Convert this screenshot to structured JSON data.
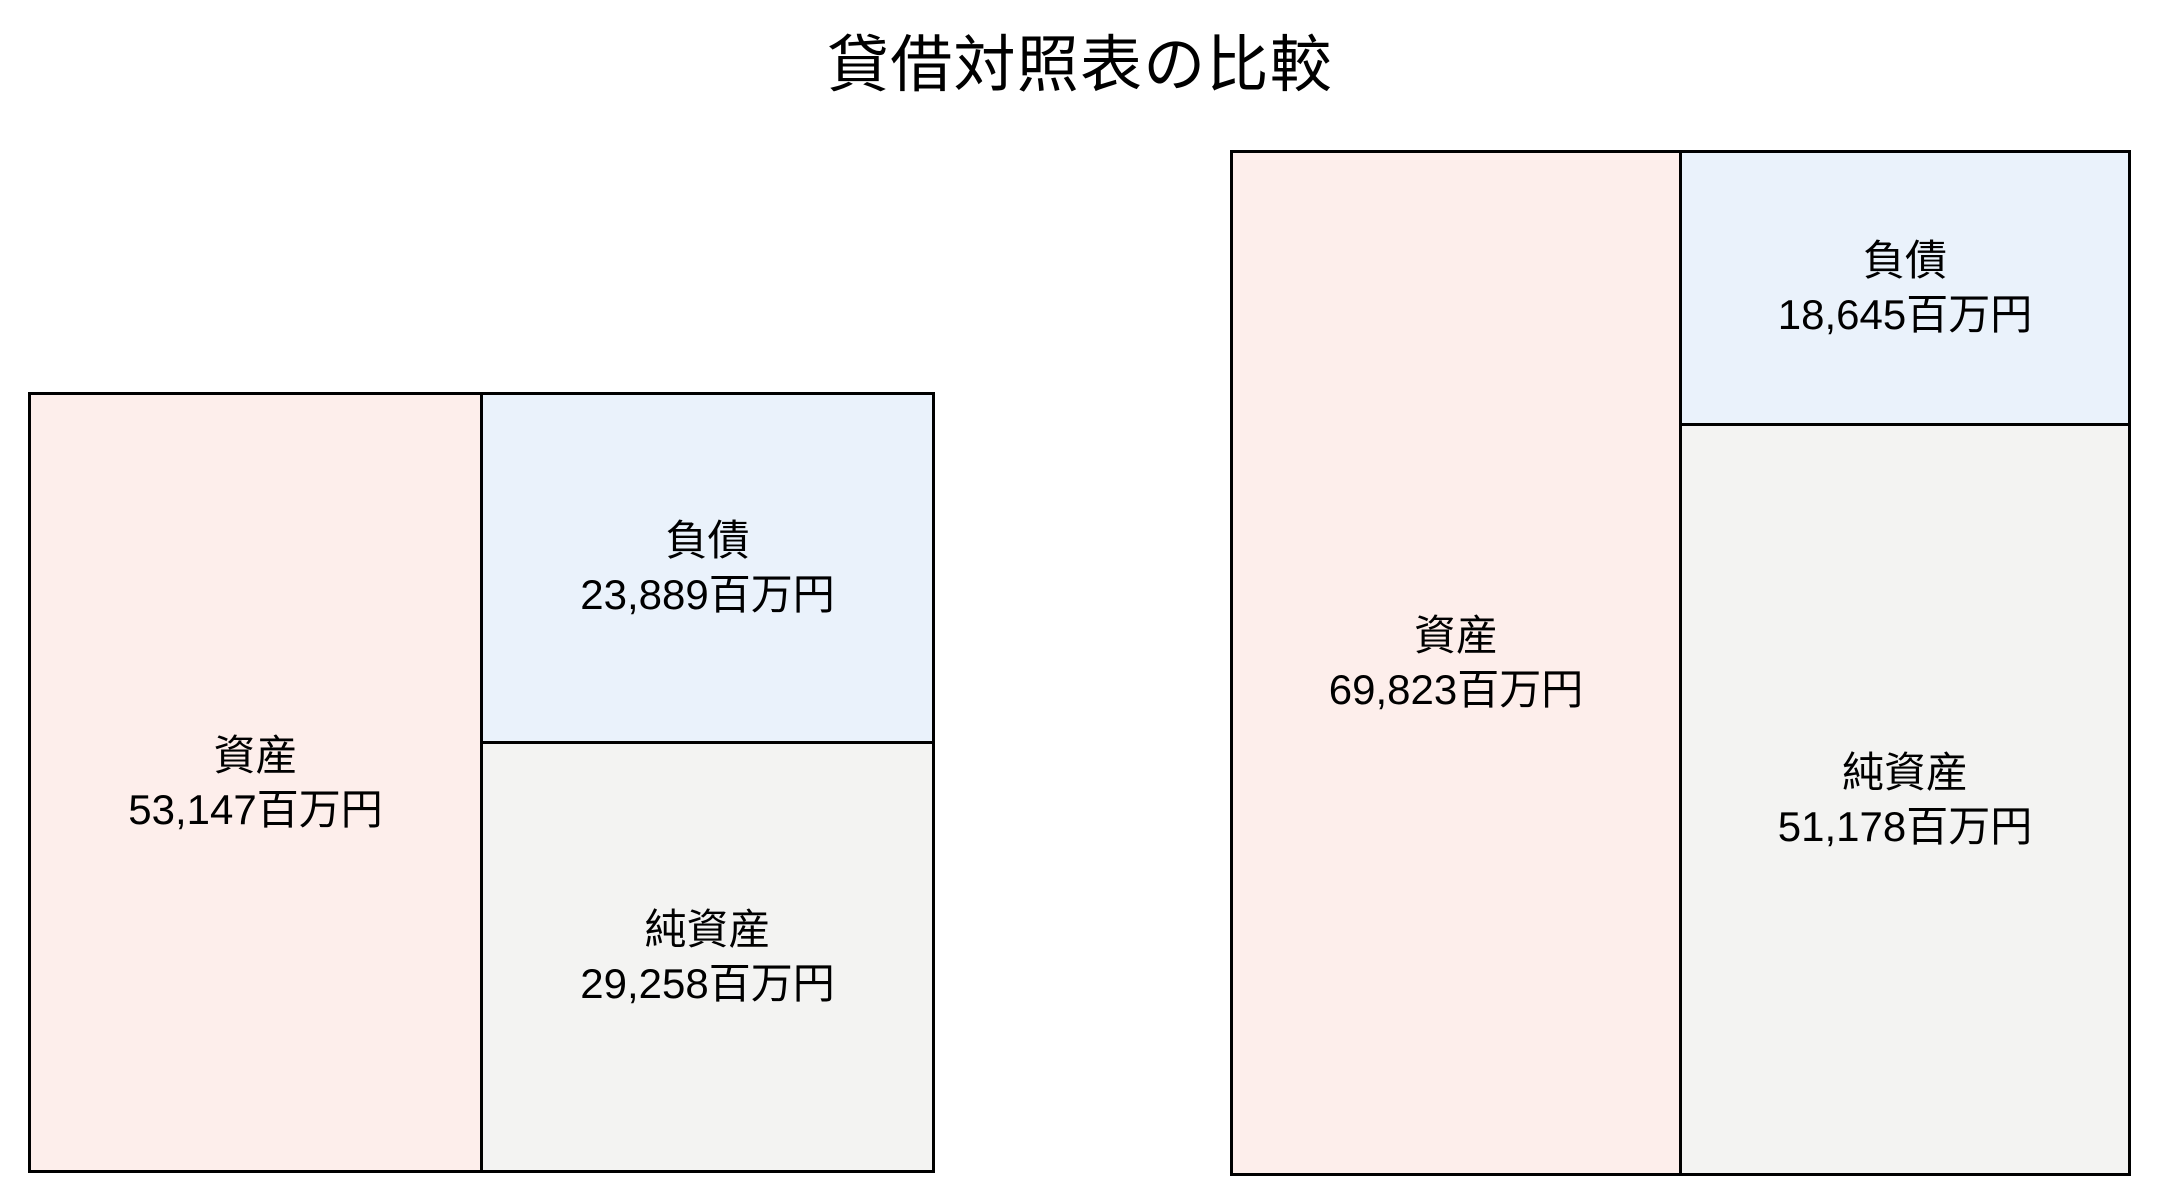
{
  "title": "貸借対照表の比較",
  "units": "百万円",
  "chart_data": {
    "type": "bar",
    "title": "貸借対照表の比較",
    "subtitle": "",
    "xlabel": "",
    "ylabel": "",
    "unit": "百万円",
    "legend": [],
    "grid": false,
    "panels": [
      {
        "name": "left-balance-sheet",
        "total_assets": 53147,
        "items": [
          {
            "key": "assets",
            "label": "資産",
            "value": 53147,
            "value_text": "53,147",
            "side": "left",
            "color": "#fdeeeb"
          },
          {
            "key": "liabilities",
            "label": "負債",
            "value": 23889,
            "value_text": "23,889",
            "side": "right",
            "color": "#eaf2fb"
          },
          {
            "key": "net_assets",
            "label": "純資産",
            "value": 29258,
            "value_text": "29,258",
            "side": "right",
            "color": "#f3f3f2"
          }
        ]
      },
      {
        "name": "right-balance-sheet",
        "total_assets": 69823,
        "items": [
          {
            "key": "assets",
            "label": "資産",
            "value": 69823,
            "value_text": "69,823",
            "side": "left",
            "color": "#fdeeeb"
          },
          {
            "key": "liabilities",
            "label": "負債",
            "value": 18645,
            "value_text": "18,645",
            "side": "right",
            "color": "#eaf2fb"
          },
          {
            "key": "net_assets",
            "label": "純資産",
            "value": 51178,
            "value_text": "51,178",
            "side": "right",
            "color": "#f3f3f2"
          }
        ]
      }
    ]
  },
  "left_sheet": {
    "assets_text": "資産\n53,147百万円",
    "liabilities_text": "負債\n23,889百万円",
    "net_assets_text": "純資産\n29,258百万円"
  },
  "right_sheet": {
    "assets_text": "資産\n69,823百万円",
    "liabilities_text": "負債\n18,645百万円",
    "net_assets_text": "純資産\n51,178百万円"
  },
  "colors": {
    "assets": "#fdeeeb",
    "liabilities": "#eaf2fb",
    "net_assets": "#f3f3f2",
    "border": "#000000",
    "text": "#000000",
    "background": "#ffffff"
  }
}
